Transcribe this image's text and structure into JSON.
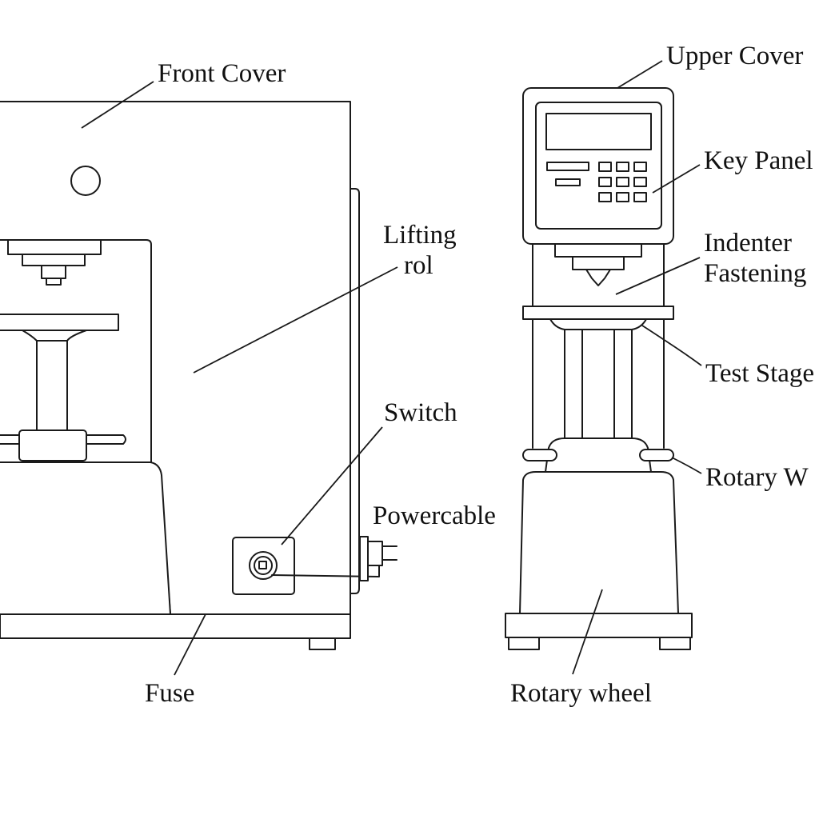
{
  "labels": {
    "front_cover": "Front Cover",
    "lifting_rol_line1": "Lifting",
    "lifting_rol_line2": "rol",
    "switch": "Switch",
    "powercable": "Powercable",
    "fuse": "Fuse",
    "upper_cover": "Upper Cover",
    "key_panel": "Key Panel",
    "indenter_fastening_line1": "Indenter",
    "indenter_fastening_line2": "Fastening",
    "test_stage": "Test Stage",
    "rotary_w": "Rotary W",
    "rotary_wheel": "Rotary wheel"
  },
  "colors": {
    "line": "#1a1a1a",
    "background": "#ffffff",
    "text": "#111111"
  }
}
